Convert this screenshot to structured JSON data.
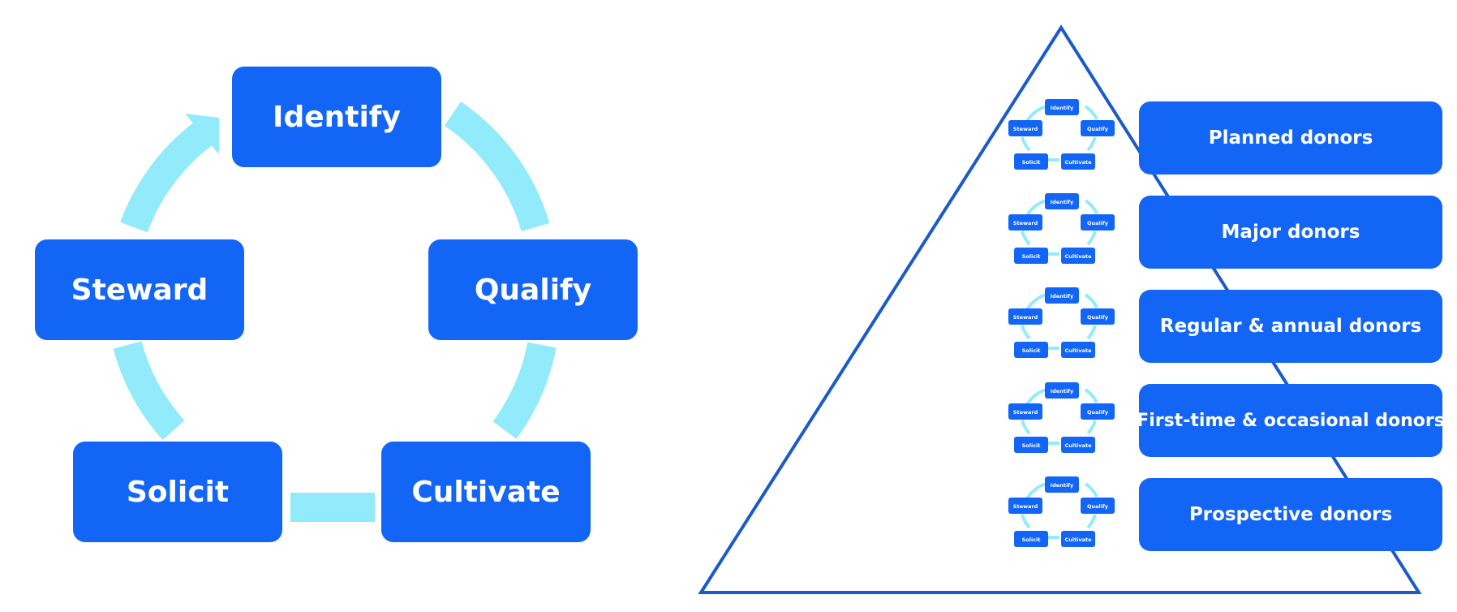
{
  "cycle": {
    "stages": [
      {
        "key": "identify",
        "label": "Identify"
      },
      {
        "key": "qualify",
        "label": "Qualify"
      },
      {
        "key": "cultivate",
        "label": "Cultivate"
      },
      {
        "key": "solicit",
        "label": "Solicit"
      },
      {
        "key": "steward",
        "label": "Steward"
      }
    ]
  },
  "pyramid": {
    "tiers": [
      {
        "label": "Planned donors"
      },
      {
        "label": "Major donors"
      },
      {
        "label": "Regular & annual donors"
      },
      {
        "label": "First-time & occasional donors"
      },
      {
        "label": "Prospective donors"
      }
    ]
  },
  "colors": {
    "box": "#1366f5",
    "arrow": "#91ebfa",
    "triangle": "#1a5bc9",
    "text": "#ffffff",
    "background": "#ffffff"
  }
}
